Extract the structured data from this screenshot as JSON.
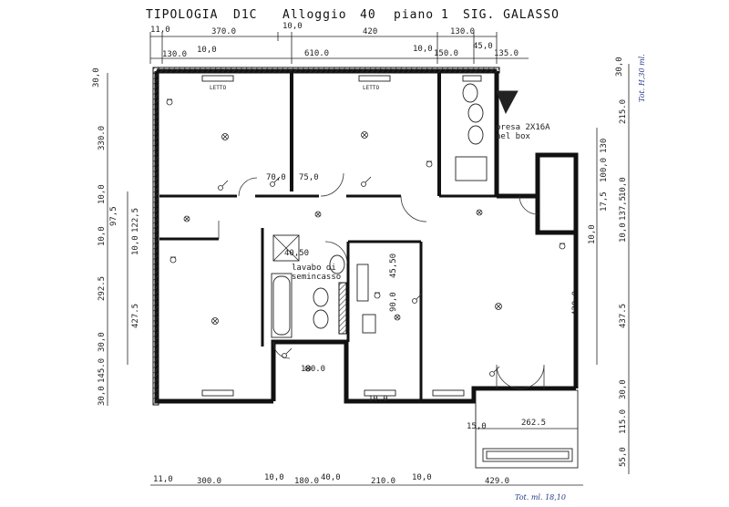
{
  "title": {
    "tipologia": "TIPOLOGIA",
    "code": "D1C",
    "alloggio": "Alloggio",
    "alloggio_num": "40",
    "piano": "piano",
    "piano_num": "1",
    "owner": "SIG. GALASSO"
  },
  "dims_top_row1": [
    "11,0",
    "370.0",
    "10,0",
    "420",
    "130.0"
  ],
  "dims_top_row2": [
    "130.0",
    "10,0",
    "610.0",
    "10,0",
    "150.0",
    "45,0",
    "135.0"
  ],
  "dims_bottom": [
    "11,0",
    "300.0",
    "10,0",
    "180.0",
    "40,0",
    "210.0",
    "10,0",
    "429.0"
  ],
  "dims_left_outer": [
    "30,0",
    "330.0",
    "10,0",
    "10,0",
    "292.5",
    "30,0",
    "145.0",
    "30,0"
  ],
  "dims_left_inner": [
    "97,5",
    "122,5",
    "10,0",
    "427.5"
  ],
  "dims_right_outer": [
    "30,0",
    "215.0",
    "10,0",
    "137,5",
    "10,0",
    "437.5",
    "30,0",
    "115.0",
    "55,0"
  ],
  "dims_right_inner": [
    "130",
    "100,0",
    "17,5",
    "10,0",
    "420.0"
  ],
  "dims_interior": [
    "70,0",
    "75,0",
    "180.0",
    "262.5",
    "15,0",
    "90,0",
    "45,50",
    "40,50",
    "10,0"
  ],
  "notes": {
    "presa_line1": "presa 2X16A",
    "presa_line2": "nel box",
    "lavabo_line1": "lavabo di",
    "lavabo_line2": "semincasso",
    "room_label_1": "LETTO",
    "room_label_2": "LETTO"
  },
  "handwritten": {
    "tot_right": "Tot. H,30 ml.",
    "tot_bottom": "Tot. ml. 18,10"
  }
}
